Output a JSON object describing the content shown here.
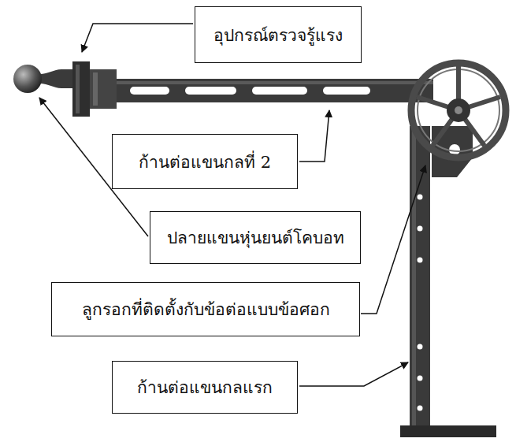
{
  "diagram": {
    "nodes": [
      {
        "text": [
          "อุปกรณ์ตรวจรู้แรง"
        ]
      },
      {
        "text": [
          "ก้านต่อแขนกลที่ 2"
        ]
      },
      {
        "text": [
          "ปลายแขนหุ่นยนต์โคบอท"
        ]
      },
      {
        "text": [
          "ลูกรอกที่ติดตั้งกับข้อต่อแบบข้อศอก"
        ]
      },
      {
        "text": [
          "ก้านต่อแขนกลแรก"
        ]
      }
    ]
  }
}
